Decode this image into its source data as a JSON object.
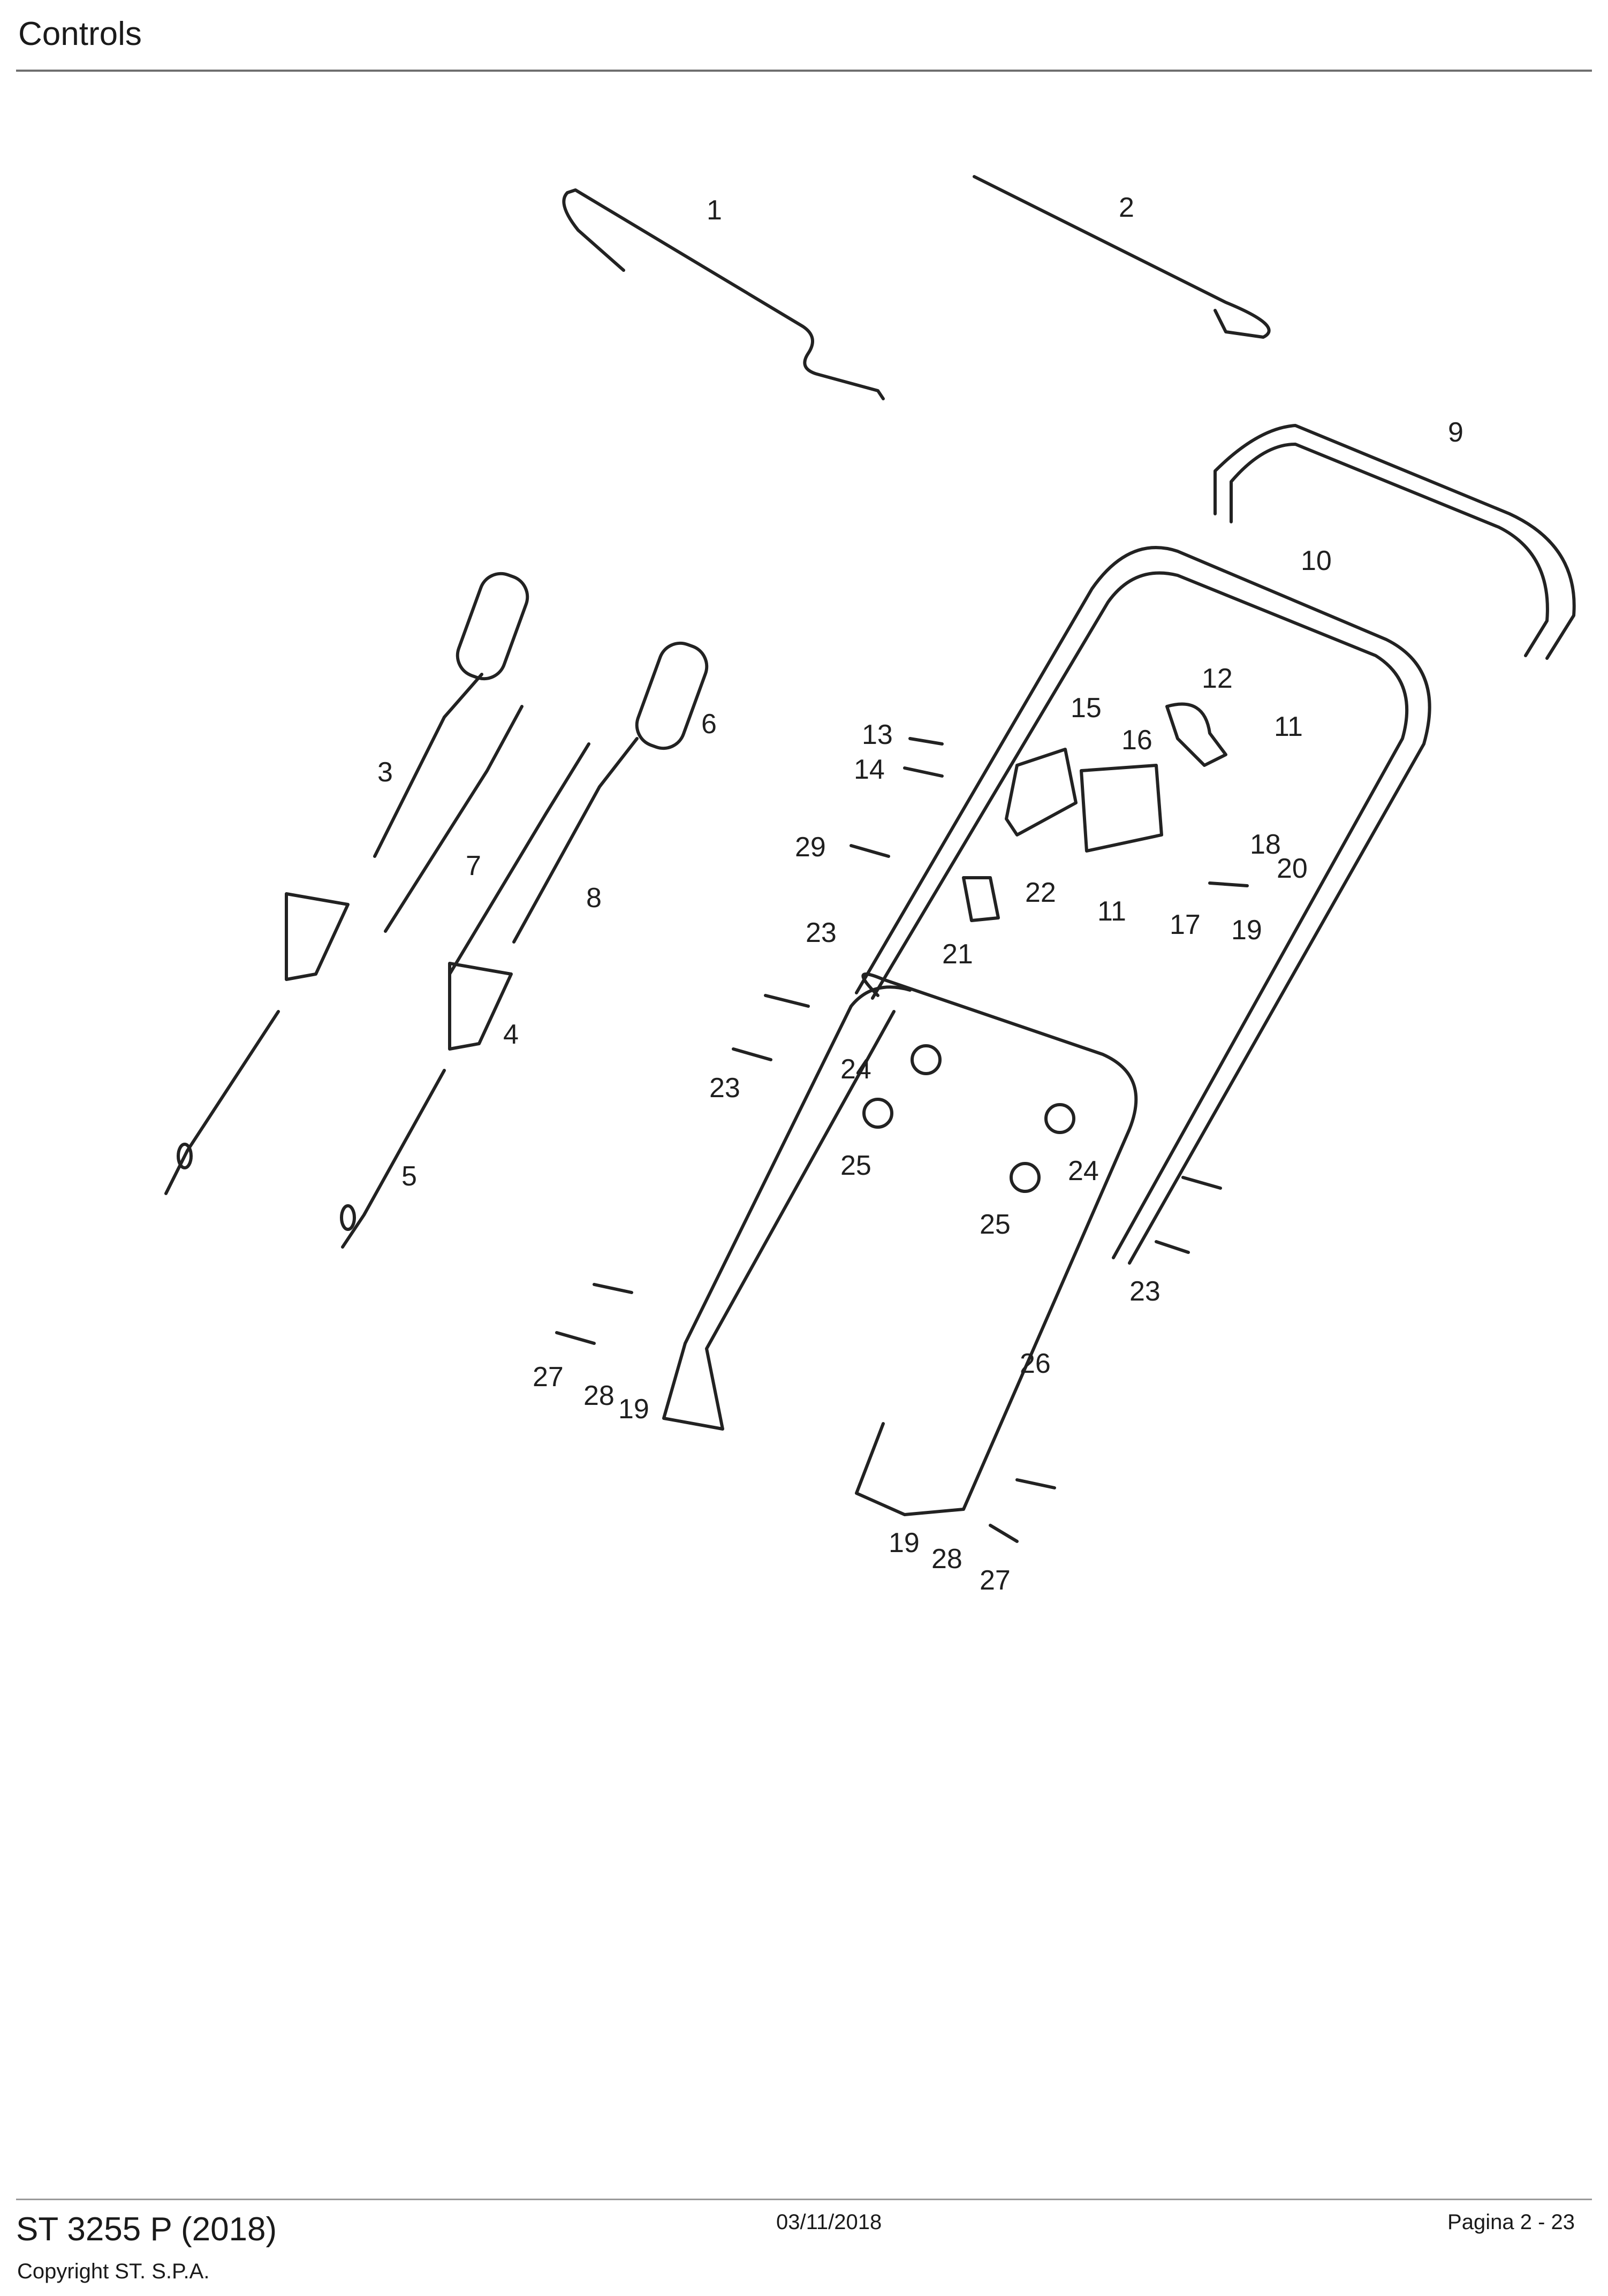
{
  "header": {
    "title": "Controls"
  },
  "diagram": {
    "callouts": [
      "1",
      "2",
      "3",
      "4",
      "5",
      "6",
      "7",
      "8",
      "9",
      "10",
      "11",
      "11",
      "12",
      "13",
      "14",
      "15",
      "16",
      "17",
      "18",
      "19",
      "19",
      "19",
      "20",
      "21",
      "22",
      "23",
      "23",
      "23",
      "24",
      "24",
      "25",
      "25",
      "26",
      "27",
      "27",
      "28",
      "28",
      "29"
    ]
  },
  "footer": {
    "model": "ST 3255 P (2018)",
    "copyright": "Copyright ST. S.P.A.",
    "date": "03/11/2018",
    "page": "Pagina 2 - 23"
  }
}
